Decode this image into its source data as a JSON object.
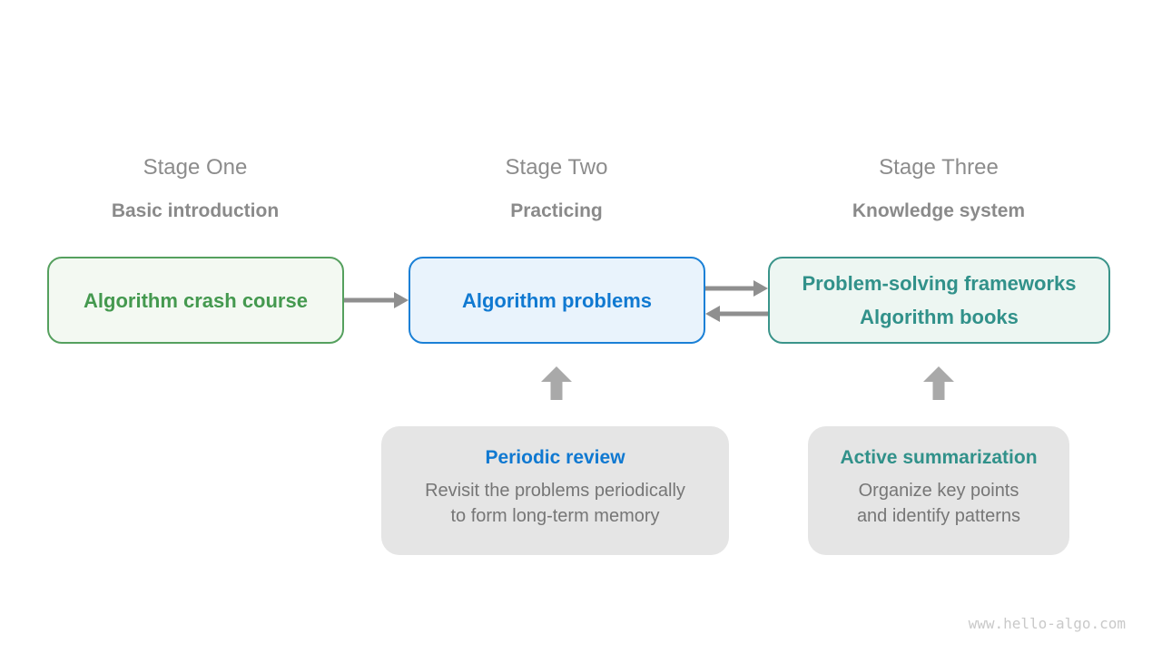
{
  "diagram": {
    "watermark": "www.hello-algo.com",
    "stages": [
      {
        "title": "Stage One",
        "subtitle": "Basic introduction",
        "box_line1": "Algorithm crash course"
      },
      {
        "title": "Stage Two",
        "subtitle": "Practicing",
        "box_line1": "Algorithm problems"
      },
      {
        "title": "Stage Three",
        "subtitle": "Knowledge system",
        "box_line1": "Problem-solving frameworks",
        "box_line2": "Algorithm books"
      }
    ],
    "notes": [
      {
        "title": "Periodic review",
        "line1": "Revisit the problems periodically",
        "line2": "to form long-term memory"
      },
      {
        "title": "Active summarization",
        "line1": "Organize key points",
        "line2": "and identify patterns"
      }
    ],
    "colors": {
      "green_text": "#44994f",
      "green_border": "#55a05e",
      "green_bg": "#f3f9f2",
      "blue_text": "#1079d1",
      "blue_border": "#1a80d6",
      "blue_bg": "#e9f3fc",
      "teal_text": "#31918a",
      "teal_border": "#3a948a",
      "teal_bg": "#edf6f2",
      "note_panel_bg": "#e5e5e5",
      "horizontal_arrow": "#8f8f8f",
      "up_arrow": "#a9a9a9",
      "stage_title_gray": "#8c8c8c",
      "subtitle_gray": "#8a8a8a",
      "note_body_gray": "#767676",
      "watermark_gray": "#c9c9c9"
    }
  }
}
